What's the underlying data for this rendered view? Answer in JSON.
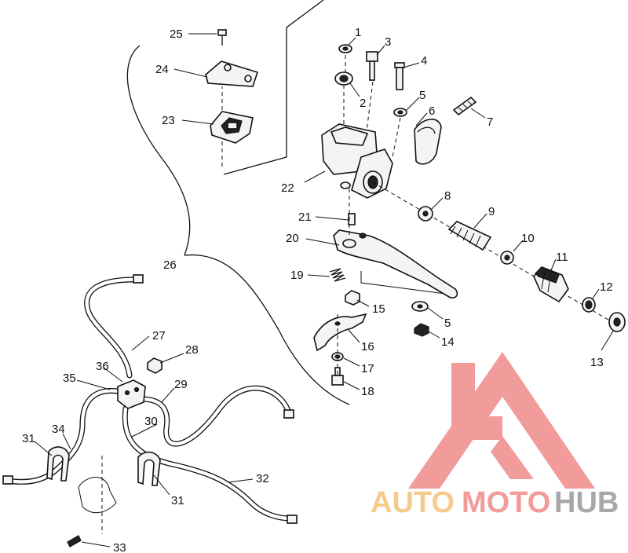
{
  "callouts": [
    {
      "n": "1"
    },
    {
      "n": "2"
    },
    {
      "n": "3"
    },
    {
      "n": "4"
    },
    {
      "n": "5"
    },
    {
      "n": "6"
    },
    {
      "n": "7"
    },
    {
      "n": "8"
    },
    {
      "n": "9"
    },
    {
      "n": "10"
    },
    {
      "n": "11"
    },
    {
      "n": "12"
    },
    {
      "n": "13"
    },
    {
      "n": "14"
    },
    {
      "n": "5"
    },
    {
      "n": "15"
    },
    {
      "n": "16"
    },
    {
      "n": "17"
    },
    {
      "n": "18"
    },
    {
      "n": "19"
    },
    {
      "n": "20"
    },
    {
      "n": "21"
    },
    {
      "n": "22"
    },
    {
      "n": "23"
    },
    {
      "n": "24"
    },
    {
      "n": "25"
    },
    {
      "n": "26"
    },
    {
      "n": "27"
    },
    {
      "n": "28"
    },
    {
      "n": "29"
    },
    {
      "n": "30"
    },
    {
      "n": "31"
    },
    {
      "n": "31"
    },
    {
      "n": "32"
    },
    {
      "n": "33"
    },
    {
      "n": "34"
    },
    {
      "n": "35"
    },
    {
      "n": "36"
    }
  ],
  "watermark": {
    "part1": "AUTO",
    "part2": "MOTO",
    "part3": "HUB",
    "color_primary": "#f08a8a",
    "color_secondary": "#f4c27a",
    "color_dark": "#9a9a9a"
  }
}
